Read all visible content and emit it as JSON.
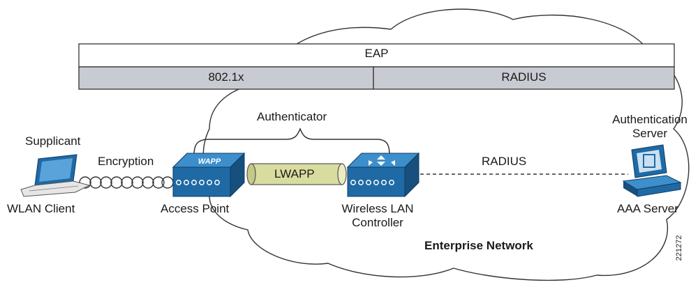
{
  "protocol_stack": {
    "top": "EAP",
    "left": "802.1x",
    "right": "RADIUS"
  },
  "labels": {
    "authenticator": "Authenticator",
    "supplicant": "Supplicant",
    "encryption": "Encryption",
    "wlan_client": "WLAN Client",
    "access_point": "Access Point",
    "lwapp": "LWAPP",
    "wlc_line1": "Wireless LAN",
    "wlc_line2": "Controller",
    "radius_link": "RADIUS",
    "auth_server_line1": "Authentication",
    "auth_server_line2": "Server",
    "aaa_server": "AAA Server",
    "enterprise_network": "Enterprise Network",
    "figure_id": "221272"
  },
  "device_badges": {
    "ap_logo": "WAPP",
    "wlc_ports": "oooooo",
    "ap_ports": "oooooo"
  },
  "colors": {
    "device_blue": "#1f6aa5",
    "device_top": "#3c8fcb",
    "band_grey": "#c9cbd2",
    "tunnel": "#d8dc9e",
    "line": "#2a2a2a"
  }
}
